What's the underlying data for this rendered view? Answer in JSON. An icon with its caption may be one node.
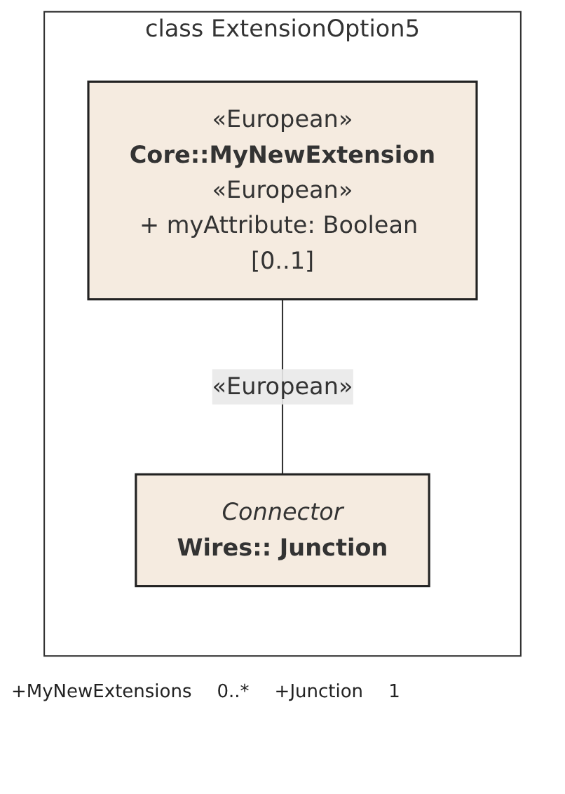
{
  "diagram": {
    "nodes": [
      {
        "text": [
          "class ExtensionOption5"
        ]
      },
      {
        "text": [
          "«European»",
          "Core::MyNewExtension",
          "«European»",
          "+ myAttribute: Boolean [0..1]"
        ],
        "in": 0
      },
      {
        "text": [
          "Connector",
          "Wires:: Junction"
        ],
        "in": 0
      }
    ],
    "edges": [
      {
        "from": 1,
        "to": 2,
        "arrow": "none",
        "label": "«European»"
      }
    ],
    "labels": [
      "+MyNewExtensions",
      "0..*",
      "+Junction",
      "1"
    ]
  }
}
